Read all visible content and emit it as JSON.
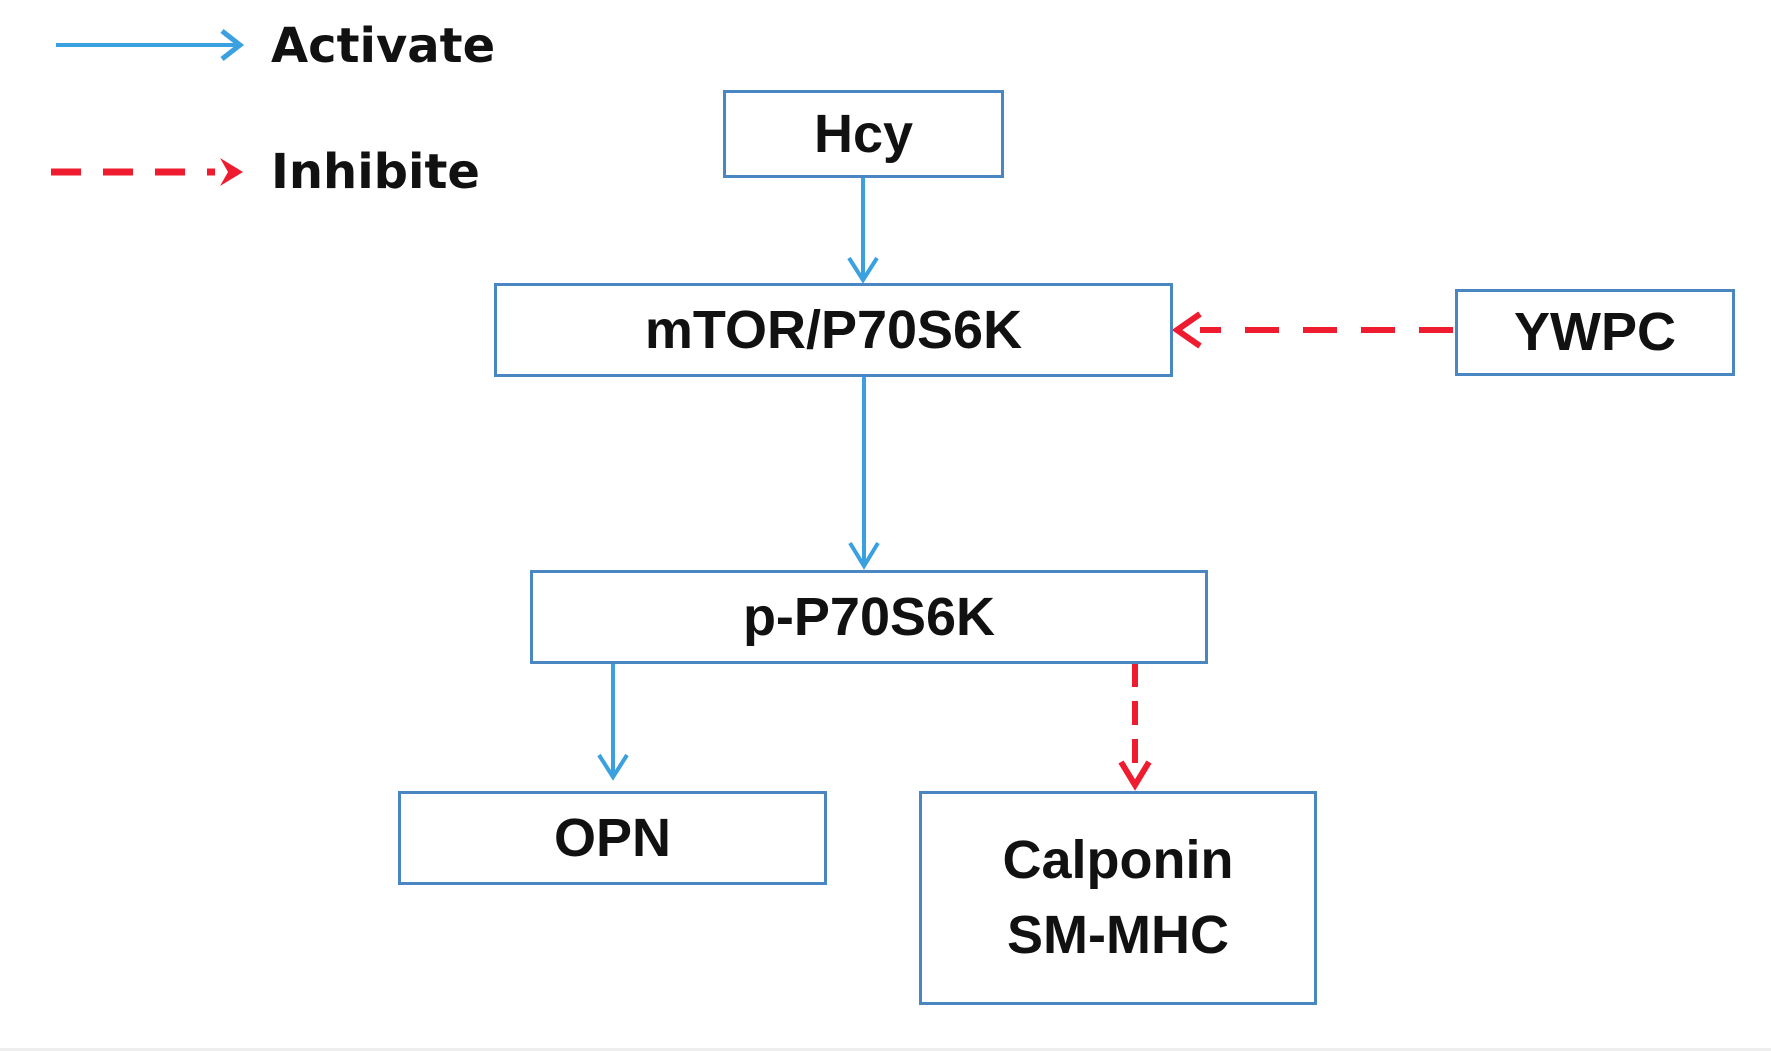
{
  "legend": {
    "activate": {
      "label": "Activate",
      "color": "#3aa0e0",
      "style": "solid"
    },
    "inhibit": {
      "label": "Inhibite",
      "color": "#ee1c2e",
      "style": "dashed"
    }
  },
  "nodes": {
    "hcy": {
      "label": "Hcy"
    },
    "mtor": {
      "label": "mTOR/P70S6K"
    },
    "ywpc": {
      "label": "YWPC"
    },
    "pp70": {
      "label": "p-P70S6K"
    },
    "opn": {
      "label": "OPN"
    },
    "calponin": {
      "line1": "Calponin",
      "line2": "SM-MHC"
    }
  },
  "edges": [
    {
      "from": "Hcy",
      "to": "mTOR/P70S6K",
      "type": "activate"
    },
    {
      "from": "mTOR/P70S6K",
      "to": "p-P70S6K",
      "type": "activate"
    },
    {
      "from": "YWPC",
      "to": "mTOR/P70S6K",
      "type": "inhibit"
    },
    {
      "from": "p-P70S6K",
      "to": "OPN",
      "type": "activate"
    },
    {
      "from": "p-P70S6K",
      "to": "Calponin / SM-MHC",
      "type": "inhibit"
    }
  ],
  "colors": {
    "box_border": "#4a87c2",
    "activate": "#3aa0e0",
    "inhibit": "#ee1c2e",
    "text": "#111111"
  }
}
